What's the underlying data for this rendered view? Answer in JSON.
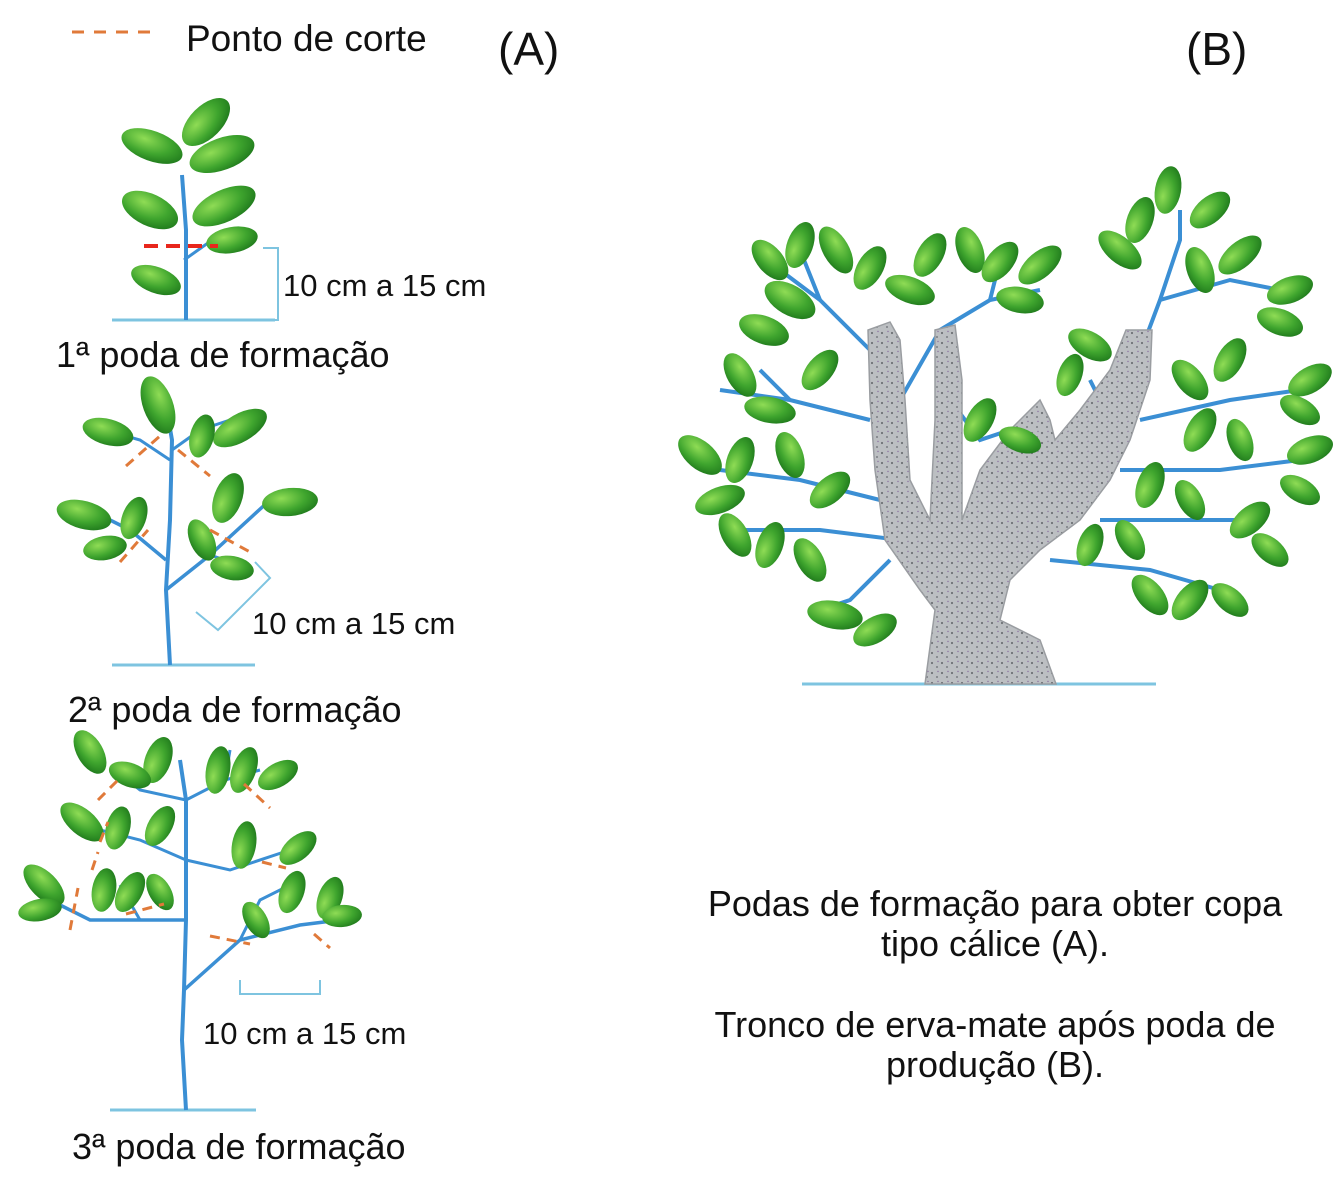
{
  "legend": {
    "cut_point_label": "Ponto de corte",
    "cut_color": "#e07a3a"
  },
  "panels": {
    "a_label": "(A)",
    "b_label": "(B)"
  },
  "stages": [
    {
      "title": "1ª poda de formação",
      "measure": "10 cm a 15 cm"
    },
    {
      "title": "2ª poda de formação",
      "measure": "10 cm a 15 cm"
    },
    {
      "title": "3ª poda de formação",
      "measure": "10 cm a 15 cm"
    }
  ],
  "caption": {
    "line1": "Podas de formação para obter copa tipo cálice (A).",
    "line2": "Tronco de erva-mate após poda de produção (B)."
  },
  "colors": {
    "branch": "#3b8fd4",
    "leaf_dark": "#1f7d1f",
    "leaf_light": "#7fd04a",
    "first_cut": "#e8261c",
    "trunk": "#b9bcbf",
    "ground": "#7ec4e0"
  }
}
